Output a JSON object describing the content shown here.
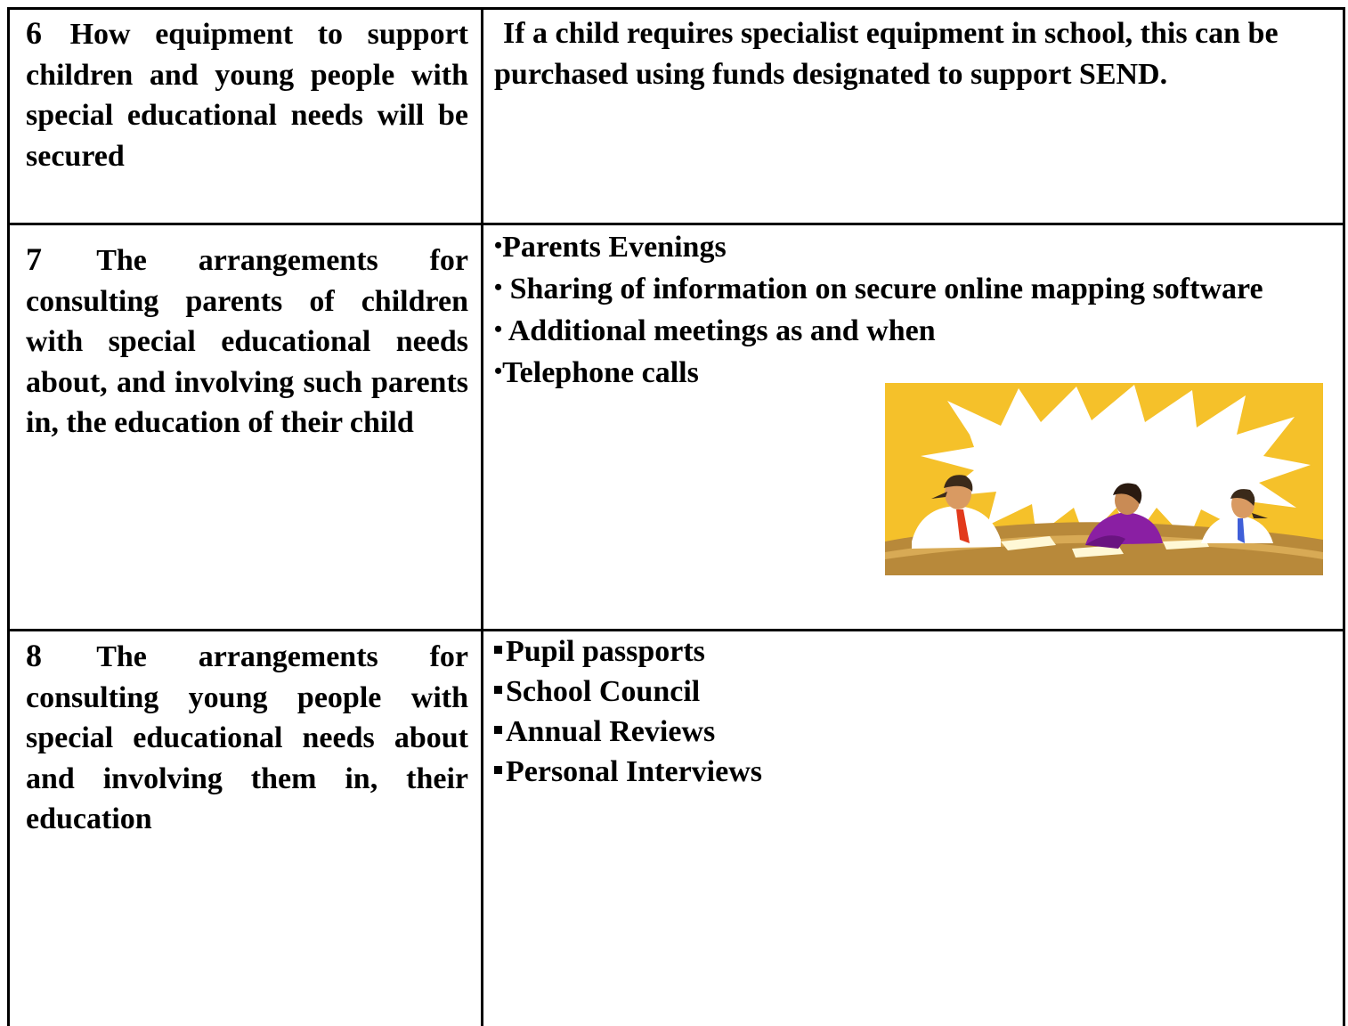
{
  "rows": [
    {
      "number": "6",
      "title": "How equipment to support children and young people with special educational needs will be secured",
      "content": "If a child requires specialist  equipment in school, this can be purchased using funds designated to support SEND."
    },
    {
      "number": "7",
      "title": "The arrangements for consulting parents of children with special educational needs about, and involving such parents in, the education of their child",
      "bullet_symbol": "•",
      "items": [
        "Parents Evenings",
        " Sharing of information on secure online mapping software",
        " Additional meetings as and when",
        "Telephone calls"
      ],
      "image": "meeting-clipart"
    },
    {
      "number": "8",
      "title": "The arrangements for consulting young people with special educational needs about and involving them in, their education",
      "items": [
        "Pupil passports",
        "School Council",
        "Annual Reviews",
        "Personal Interviews"
      ]
    }
  ],
  "colors": {
    "border": "#000000",
    "clipart_background": "#f5c12a",
    "table_surface": "#b8893a"
  }
}
